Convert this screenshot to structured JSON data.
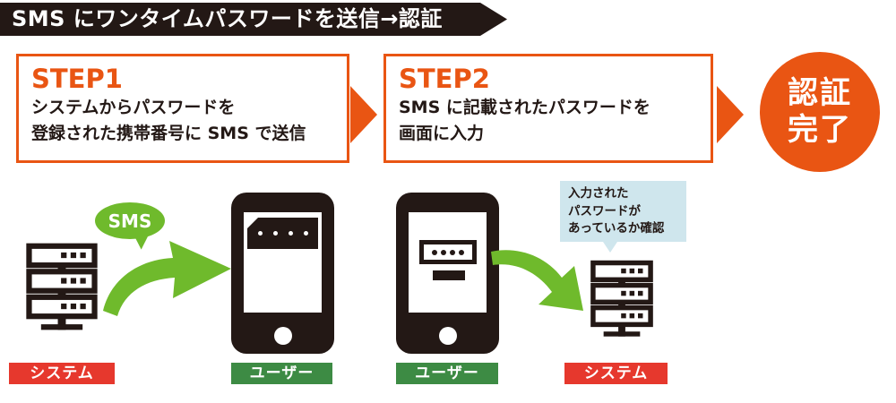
{
  "banner": {
    "title": "SMS にワンタイムパスワードを送信→認証"
  },
  "steps": [
    {
      "label": "STEP1",
      "line1": "システムからパスワードを",
      "line2": "登録された携帯番号に SMS で送信"
    },
    {
      "label": "STEP2",
      "line1": "SMS に記載されたパスワードを",
      "line2": "画面に入力"
    }
  ],
  "result_badge": {
    "line1": "認証",
    "line2": "完了"
  },
  "sms_bubble": {
    "label": "SMS"
  },
  "note": {
    "line1": "入力された",
    "line2": "パスワードが",
    "line3": "あっているか確認"
  },
  "actors": {
    "system_left": "システム",
    "user_left": "ユーザー",
    "user_right": "ユーザー",
    "system_right": "システム"
  },
  "icons": {
    "server_left": "server-rack-icon",
    "server_right": "server-rack-icon",
    "smartphone_left": "smartphone-icon",
    "smartphone_right": "smartphone-icon",
    "sms_bubble": "sms-speech-bubble-icon",
    "send_arrow": "curved-arrow-icon",
    "verify_arrow": "curved-arrow-icon",
    "step_arrow": "triangle-right-icon"
  },
  "colors": {
    "dark": "#231815",
    "orange": "#e95513",
    "green_arrow": "#6fba2c",
    "green_label": "#3d8b44",
    "red_label": "#e6382d",
    "note_blue": "#cfe6ed"
  }
}
